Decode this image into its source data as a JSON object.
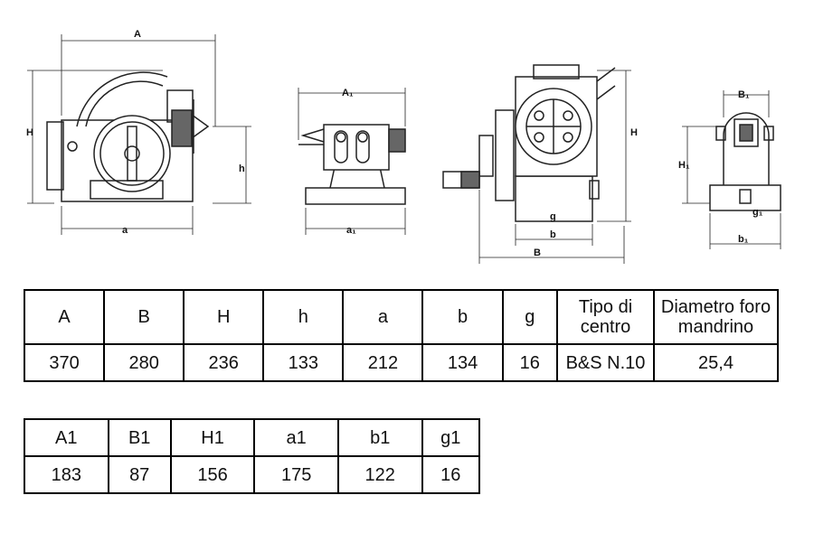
{
  "drawing_labels": {
    "dividing_head": {
      "A": "A",
      "H": "H",
      "h": "h",
      "a": "a"
    },
    "tailstock_side": {
      "A1": "A₁",
      "a1": "a₁"
    },
    "dividing_head_front": {
      "H": "H",
      "g": "g",
      "b": "b",
      "B": "B"
    },
    "tailstock_front": {
      "B1": "B₁",
      "H1": "H₁",
      "g1": "g₁",
      "b1": "b₁"
    }
  },
  "table1": {
    "headers": [
      "A",
      "B",
      "H",
      "h",
      "a",
      "b",
      "g",
      "Tipo di centro",
      "Diametro foro mandrino"
    ],
    "values": [
      "370",
      "280",
      "236",
      "133",
      "212",
      "134",
      "16",
      "B&S N.10",
      "25,4"
    ]
  },
  "table2": {
    "headers": [
      "A1",
      "B1",
      "H1",
      "a1",
      "b1",
      "g1"
    ],
    "values": [
      "183",
      "87",
      "156",
      "175",
      "122",
      "16"
    ]
  }
}
